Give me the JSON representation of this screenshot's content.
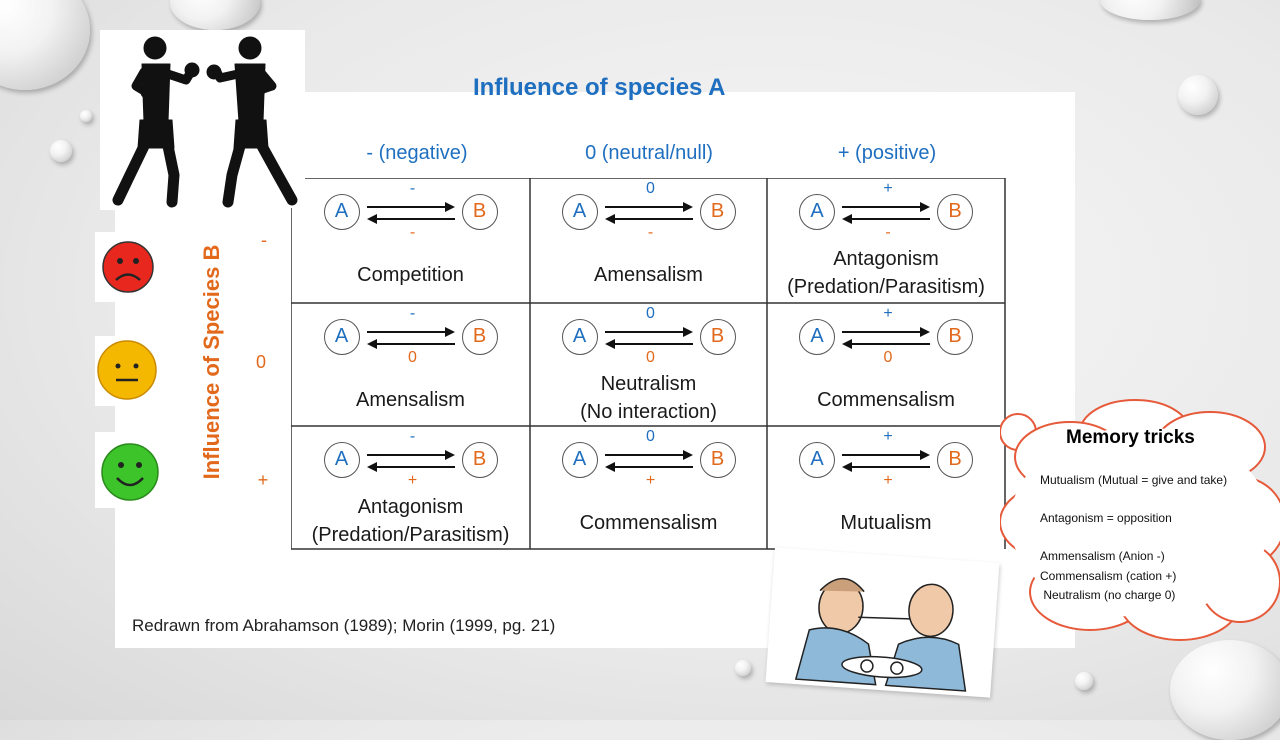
{
  "title": "Influence of species A",
  "y_label": "Influence of Species B",
  "columns": [
    "- (negative)",
    "0 (neutral/null)",
    "+ (positive)"
  ],
  "rows": [
    "-",
    "0",
    "+"
  ],
  "node_a": "A",
  "node_b": "B",
  "cells": [
    [
      {
        "top": "-",
        "bottom": "-",
        "name": "Competition",
        "sub": ""
      },
      {
        "top": "0",
        "bottom": "-",
        "name": "Amensalism",
        "sub": ""
      },
      {
        "top": "+",
        "bottom": "-",
        "name": "Antagonism",
        "sub": "(Predation/Parasitism)"
      }
    ],
    [
      {
        "top": "-",
        "bottom": "0",
        "name": "Amensalism",
        "sub": ""
      },
      {
        "top": "0",
        "bottom": "0",
        "name": "Neutralism",
        "sub": "(No interaction)"
      },
      {
        "top": "+",
        "bottom": "0",
        "name": "Commensalism",
        "sub": ""
      }
    ],
    [
      {
        "top": "-",
        "bottom": "+",
        "name": "Antagonism",
        "sub": "(Predation/Parasitism)"
      },
      {
        "top": "0",
        "bottom": "+",
        "name": "Commensalism",
        "sub": ""
      },
      {
        "top": "+",
        "bottom": "+",
        "name": "Mutualism",
        "sub": ""
      }
    ]
  ],
  "citation": "Redrawn from Abrahamson (1989); Morin (1999, pg. 21)",
  "memory": {
    "title": "Memory tricks",
    "lines": [
      "Mutualism (Mutual = give and take)",
      "Antagonism = opposition",
      "Ammensalism (Anion -)",
      "Commensalism (cation +)",
      " Neutralism (no charge 0)"
    ]
  },
  "colors": {
    "blue": "#1f6fc0",
    "orange": "#e2691c",
    "sad_face": "#e8281f",
    "neutral_face": "#f5b800",
    "happy_face": "#3cc42a"
  },
  "icons": [
    "boxers-illustration",
    "sad-face-icon",
    "neutral-face-icon",
    "happy-face-icon",
    "thought-cloud",
    "cartoon-illustration"
  ]
}
